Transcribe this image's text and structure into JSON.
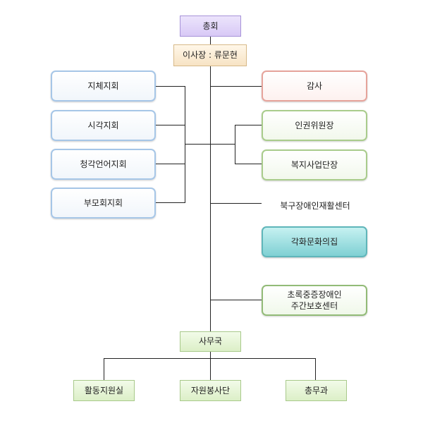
{
  "org": {
    "president": "총회",
    "chairman": "이사장 : 류문현",
    "branches": [
      "지체지회",
      "시각지회",
      "청각언어지회",
      "부모회지회"
    ],
    "audit": "감사",
    "hr_committee": "인권위원장",
    "welfare_team": "복지사업단장",
    "rehab_center": "북구장애인재활센터",
    "culture": "각화문화의집",
    "daycare": [
      "초록중증장애인",
      "주간보호센터"
    ],
    "secretariat": "사무국",
    "departments": [
      "활동지원실",
      "자원봉사단",
      "총무과"
    ]
  },
  "colors": {
    "line": "#222222",
    "president_fill": "#dccdf7",
    "chairman_fill": "#f7e3c4",
    "branch_border": "#a6c6e7",
    "audit_border": "#e6a39b",
    "green_border": "#a9cc8c",
    "culture_fill": "#7fd0d3",
    "dept_fill": "#dcefc7"
  }
}
